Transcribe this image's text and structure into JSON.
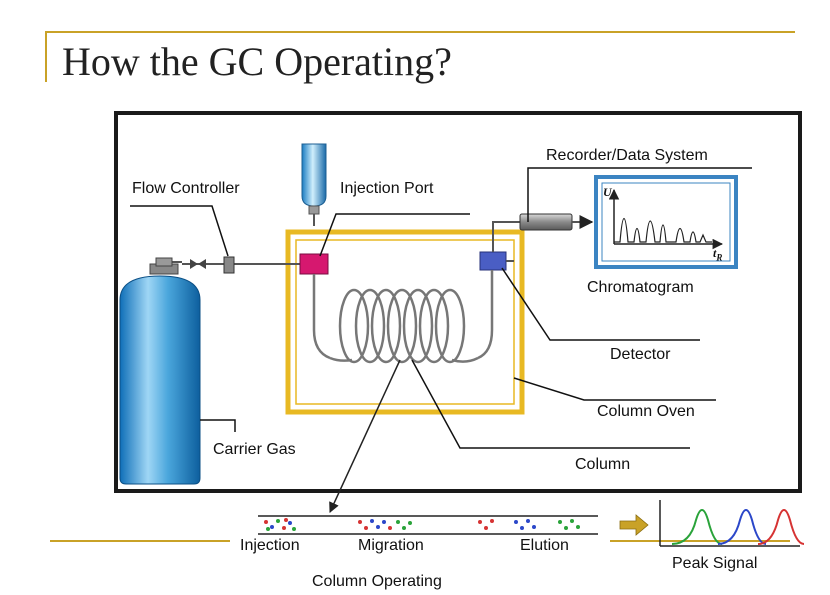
{
  "slide": {
    "title": "How the GC Operating?"
  },
  "diagram": {
    "labels": {
      "flow_controller": "Flow Controller",
      "injection_port": "Injection Port",
      "recorder": "Recorder/Data System",
      "chromatogram": "Chromatogram",
      "detector": "Detector",
      "column_oven": "Column Oven",
      "carrier_gas": "Carrier Gas",
      "column": "Column"
    },
    "axis": {
      "y": "U",
      "x": "t",
      "x_subscript": "R"
    }
  },
  "column_operating": {
    "stages": [
      "Injection",
      "Migration",
      "Elution"
    ],
    "caption": "Column Operating",
    "peak_caption": "Peak Signal"
  },
  "colors": {
    "accent_gold": "#c9a227",
    "oven": "#e8b923",
    "injection_port": "#d6186f",
    "detector": "#4a5ec4",
    "chromatogram_frame": "#3b84c2",
    "peak_green": "#2aa33a",
    "peak_blue": "#2b47c9",
    "peak_red": "#d63333"
  }
}
